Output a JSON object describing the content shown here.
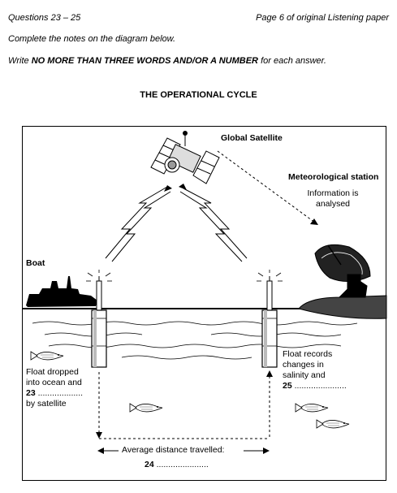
{
  "header": {
    "questions": "Questions 23 – 25",
    "page_ref": "Page 6 of original Listening paper"
  },
  "instructions": {
    "line1": "Complete the notes on the diagram below.",
    "line2_prefix": "Write ",
    "line2_bold": "NO MORE THAN THREE WORDS AND/OR A NUMBER",
    "line2_suffix": " for each answer."
  },
  "diagram": {
    "title": "THE OPERATIONAL CYCLE",
    "satellite_label": "Global Satellite",
    "station_label": "Meteorological station",
    "station_note_line1": "Information is",
    "station_note_line2": "analysed",
    "boat_label": "Boat",
    "left_note_line1": "Float dropped",
    "left_note_line2": "into ocean and",
    "q23_number": "23",
    "q23_blank": "...................",
    "left_note_line4": "by satellite",
    "right_note_line1": "Float records",
    "right_note_line2": "changes in",
    "right_note_line3": "salinity and",
    "q25_number": "25",
    "q25_blank": "......................",
    "distance_label": "Average distance travelled:",
    "q24_number": "24",
    "q24_blank": "......................"
  }
}
